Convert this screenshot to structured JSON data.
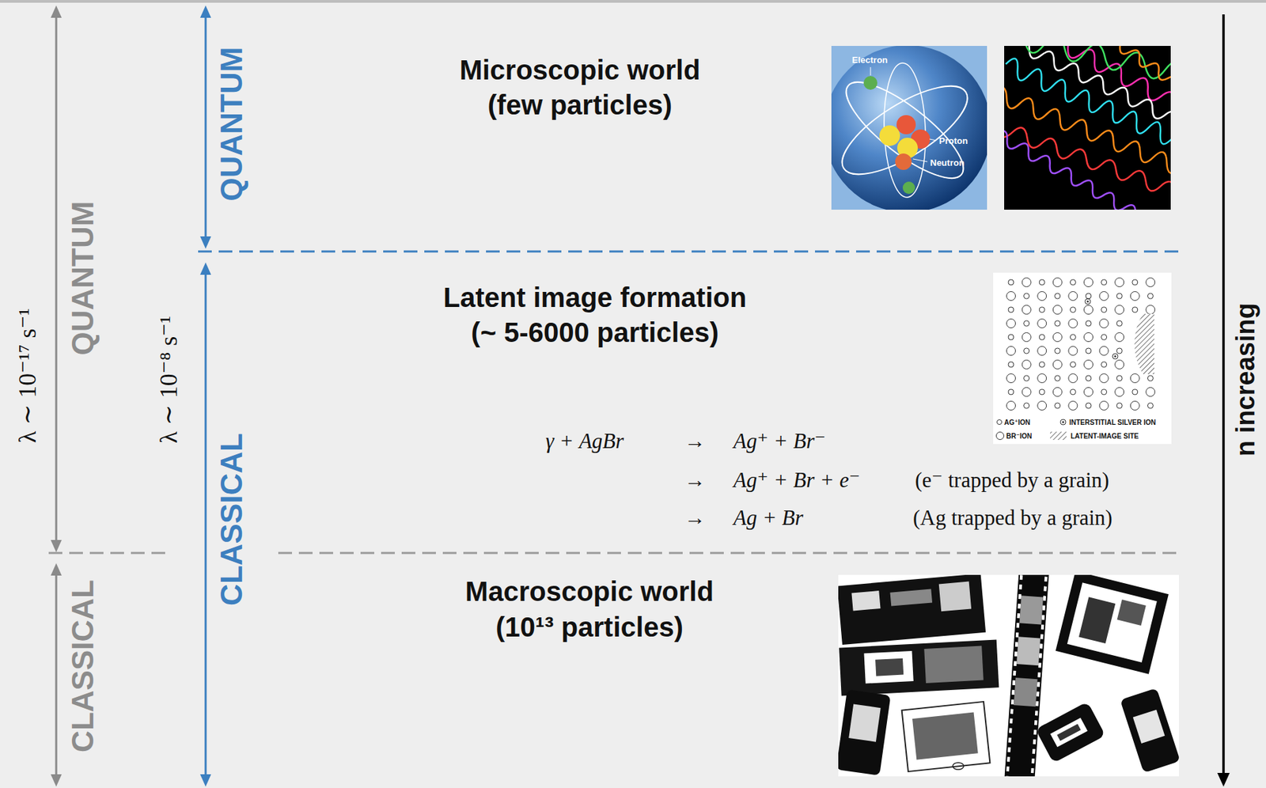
{
  "diagram": {
    "labels": [
      "λ ∼ 10⁻¹⁷ s⁻¹",
      "QUANTUM",
      "CLASSICAL",
      "λ ∼ 10⁻⁸ s⁻¹",
      "QUANTUM",
      "CLASSICAL",
      "Microscopic world",
      "(few particles)",
      "Electron",
      "Proton",
      "Neutron",
      "Latent image formation",
      "(~ 5-6000 particles)",
      "γ + AgBr",
      "→",
      "Ag⁺ + Br⁻",
      "→",
      "Ag⁺ + Br + e⁻",
      "(e⁻ trapped by a grain)",
      "→",
      "Ag + Br",
      "(Ag trapped by a grain)",
      "Macroscopic world",
      "(10¹³ particles)",
      "n increasing"
    ],
    "legend": [
      {
        "text": "AG⁺ION"
      },
      {
        "text": "INTERSTITIAL SILVER ION"
      },
      {
        "text": "BR⁻ION"
      },
      {
        "text": "LATENT-IMAGE SITE"
      }
    ]
  }
}
